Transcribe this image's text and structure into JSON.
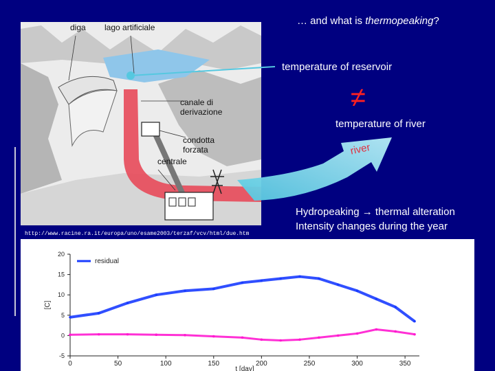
{
  "slide": {
    "title_prefix": "… and what is ",
    "title_em": "thermopeaking",
    "title_suffix": "?",
    "reservoir_label": "temperature of reservoir",
    "neq_symbol": "≠",
    "river_temp_label": "temperature of river",
    "river_arrow_label": "river",
    "hydro_line1_a": "Hydropeaking ",
    "hydro_arrow": "→",
    "hydro_line1_b": " thermal alteration",
    "hydro_line2": "Intensity changes during the year",
    "credit_url": "http://www.racine.ra.it/europa/uno/esame2003/terzaf/vcv/html/due.htm"
  },
  "schematic": {
    "labels": {
      "dam": "diga",
      "lake": "lago artificiale",
      "canal_1": "canale di",
      "canal_2": "derivazione",
      "penstock_1": "condotta",
      "penstock_2": "forzata",
      "plant": "centrale"
    }
  },
  "colors": {
    "background": "#000080",
    "warm_flow": "#e84a5a",
    "cool_flow": "#55c8e0",
    "neq": "#ff2020",
    "series_blue": "#1a3cff",
    "series_magenta": "#ff1ad0"
  },
  "chart_data": {
    "type": "line",
    "xlabel": "t [day]",
    "ylabel": "[C]",
    "xlim": [
      0,
      365
    ],
    "ylim": [
      -5,
      20
    ],
    "x_ticks": [
      "0",
      "50",
      "100",
      "150",
      "200",
      "250",
      "300",
      "350"
    ],
    "y_ticks": [
      "20",
      "15",
      "10",
      "5",
      "0",
      "-5"
    ],
    "series": [
      {
        "name": "residual",
        "x": [
          0,
          30,
          60,
          90,
          120,
          150,
          180,
          200,
          220,
          240,
          260,
          280,
          300,
          320,
          340,
          360
        ],
        "values": [
          4.5,
          5.5,
          8.0,
          10.0,
          11.0,
          11.5,
          13.0,
          13.5,
          14.0,
          14.5,
          14.0,
          12.5,
          11.0,
          9.0,
          7.0,
          3.5
        ]
      },
      {
        "name": "",
        "x": [
          0,
          30,
          60,
          90,
          120,
          150,
          180,
          200,
          220,
          240,
          260,
          280,
          300,
          320,
          340,
          360
        ],
        "values": [
          0.2,
          0.3,
          0.3,
          0.2,
          0.1,
          -0.2,
          -0.5,
          -1.0,
          -1.2,
          -1.0,
          -0.5,
          0.0,
          0.5,
          1.5,
          1.0,
          0.3
        ]
      }
    ]
  }
}
